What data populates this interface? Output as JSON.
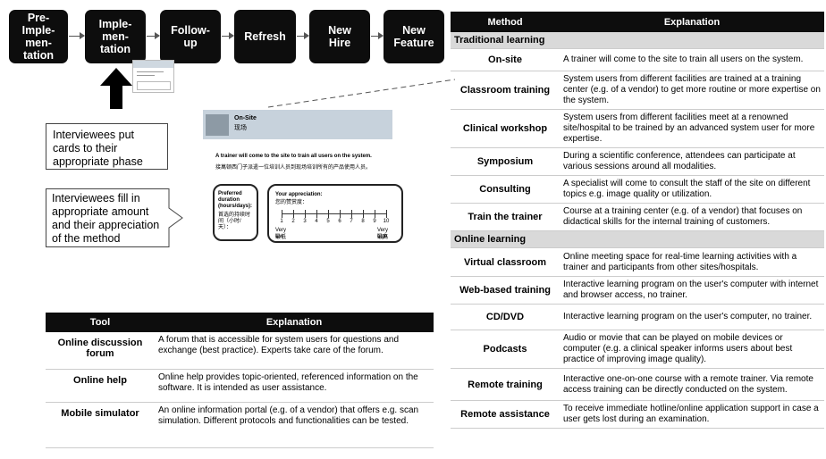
{
  "phases": [
    "Pre-\nImple-\nmen-\ntation",
    "Imple-\nmen-\ntation",
    "Follow-\nup",
    "Refresh",
    "New\nHire",
    "New\nFeature"
  ],
  "notes": {
    "cards": "Interviewees put cards to their appropriate phase",
    "fill": "Interviewees fill in appropriate amount and their appreciation of the method"
  },
  "card": {
    "title_en": "On-Site",
    "title_cn": "现场",
    "desc_en": "A trainer will come to the site to train all users on the system.",
    "desc_cn": "接萬顿西门子派遣一位培训人员到现场培训所有的产品使用人员。",
    "duration_label": "Preferred duration (hours/days):",
    "duration_cn": "首选的持续时间（小时/天）：",
    "appreciation_label": "Your appreciation:",
    "appreciation_cn": "您的赞赏度：",
    "scale": [
      "1",
      "2",
      "3",
      "4",
      "5",
      "6",
      "7",
      "8",
      "9",
      "10"
    ],
    "low_label": "Very low",
    "low_cn": "最低",
    "high_label": "Very high",
    "high_cn": "最高"
  },
  "method_table": {
    "headers": [
      "Method",
      "Explanation"
    ],
    "sections": [
      {
        "name": "Traditional learning",
        "rows": [
          {
            "method": "On-site",
            "explanation": "A trainer will come to the site to train all users on the system."
          },
          {
            "method": "Classroom training",
            "explanation": "System users from different facilities are trained at a training center (e.g. of a vendor) to get more routine or more expertise on the system."
          },
          {
            "method": "Clinical workshop",
            "explanation": "System users from different facilities meet at a renowned site/hospital to be trained by an advanced system user for more expertise."
          },
          {
            "method": "Symposium",
            "explanation": "During a scientific conference, attendees can participate at various sessions around all modalities."
          },
          {
            "method": "Consulting",
            "explanation": "A specialist will come to consult the staff of the site on different topics e.g. image quality or utilization."
          },
          {
            "method": "Train the trainer",
            "explanation": "Course at a training center (e.g. of a vendor) that focuses on didactical skills for the internal training of customers."
          }
        ]
      },
      {
        "name": "Online learning",
        "rows": [
          {
            "method": "Virtual classroom",
            "explanation": "Online meeting space for real-time learning activities with a trainer and participants from other sites/hospitals."
          },
          {
            "method": "Web-based training",
            "explanation": "Interactive learning program on the user's computer with internet and browser access, no trainer."
          },
          {
            "method": "CD/DVD",
            "explanation": "Interactive learning program on the user's computer, no trainer."
          },
          {
            "method": "Podcasts",
            "explanation": "Audio or movie that can be played on mobile devices or computer (e.g. a clinical speaker informs users about best practice of improving image quality)."
          },
          {
            "method": "Remote training",
            "explanation": "Interactive one-on-one course with a remote trainer. Via remote access training can be directly conducted on the system."
          },
          {
            "method": "Remote assistance",
            "explanation": "To receive immediate hotline/online application support in case a user gets lost during an examination."
          }
        ]
      }
    ]
  },
  "tool_table": {
    "headers": [
      "Tool",
      "Explanation"
    ],
    "rows": [
      {
        "tool": "Online discussion forum",
        "explanation": "A forum that is accessible for system users for questions and exchange (best practice). Experts take care of the forum."
      },
      {
        "tool": "Online help",
        "explanation": "Online help provides topic-oriented, referenced information on the software. It is intended as user assistance."
      },
      {
        "tool": "Mobile simulator",
        "explanation": "An online information portal (e.g. of a vendor) that offers e.g. scan simulation. Different protocols and functionalities can be tested."
      }
    ]
  }
}
